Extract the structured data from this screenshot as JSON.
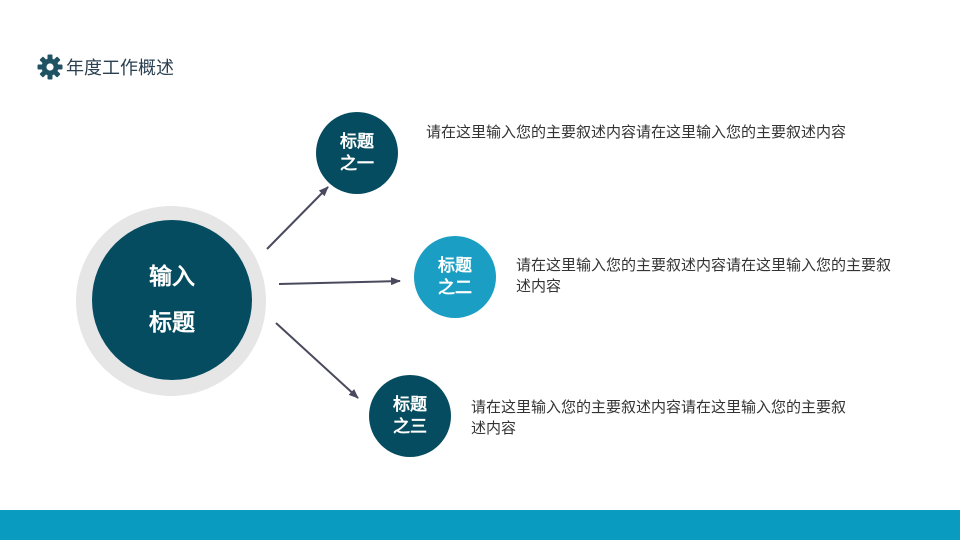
{
  "header": {
    "icon": "gear-icon",
    "title": "年度工作概述"
  },
  "center": {
    "line1": "输入",
    "line2": "标题"
  },
  "nodes": [
    {
      "line1": "标题",
      "line2": "之一",
      "color": "#064c60",
      "text": "请在这里输入您的主要叙述内容请在这里输入您的主要叙述内容"
    },
    {
      "line1": "标题",
      "line2": "之二",
      "color": "#1b9ec3",
      "text": "请在这里输入您的主要叙述内容请在这里输入您的主要叙述内容"
    },
    {
      "line1": "标题",
      "line2": "之三",
      "color": "#064c60",
      "text": "请在这里输入您的主要叙述内容请在这里输入您的主要叙述内容"
    }
  ],
  "colors": {
    "primary": "#064c60",
    "accent": "#1b9ec3",
    "footer": "#0a9bc0",
    "ring": "#e6e6e6"
  }
}
